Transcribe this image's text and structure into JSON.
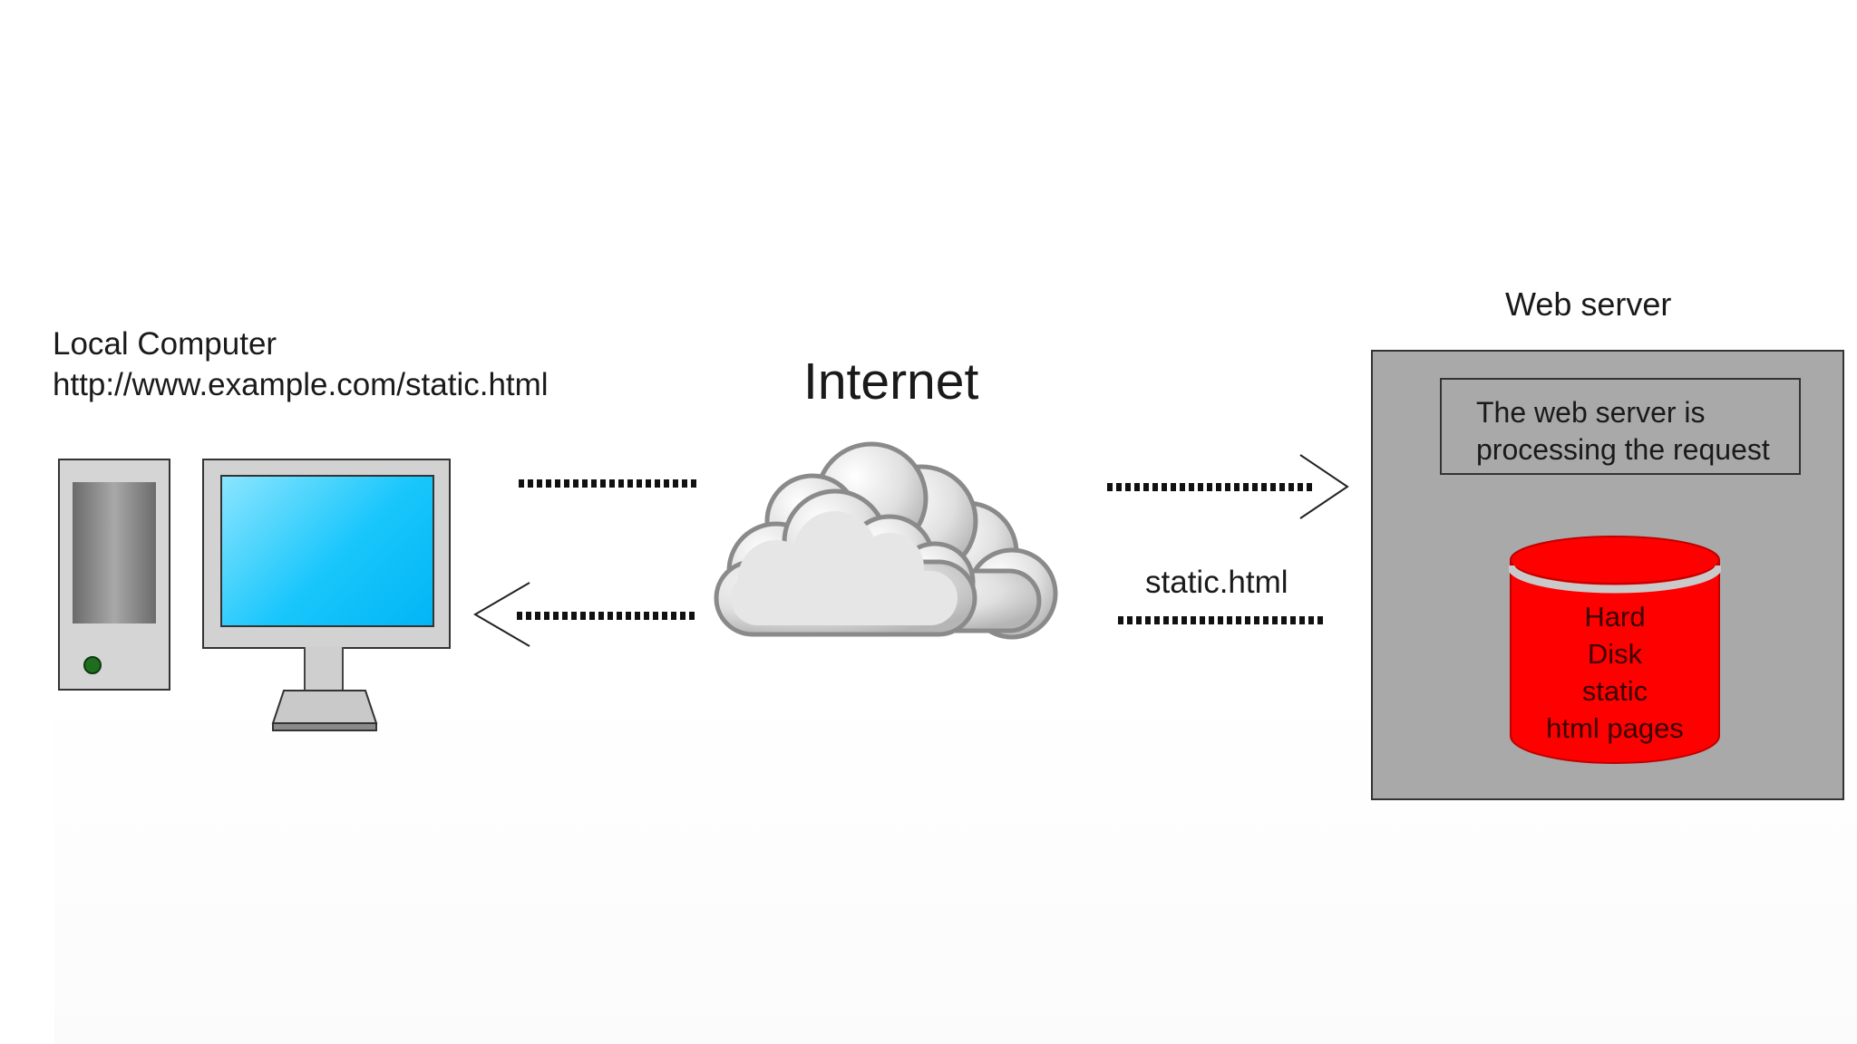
{
  "local_computer": {
    "title": "Local Computer",
    "url": "http://www.example.com/static.html"
  },
  "internet": {
    "title": "Internet"
  },
  "web_server": {
    "title": "Web server",
    "status_lines": [
      "The web server is",
      "processing the request"
    ],
    "disk_lines": [
      "Hard",
      "Disk",
      "static",
      "html pages"
    ]
  },
  "response_file": "static.html",
  "colors": {
    "screen": "#18c6fb",
    "server_box": "#a9a9a9",
    "disk": "#ff0000",
    "power_led": "#1f6e1f"
  },
  "icons": {
    "computer_tower": "desktop-tower-icon",
    "monitor": "monitor-icon",
    "cloud": "cloud-icon",
    "disk": "database-cylinder-icon"
  }
}
